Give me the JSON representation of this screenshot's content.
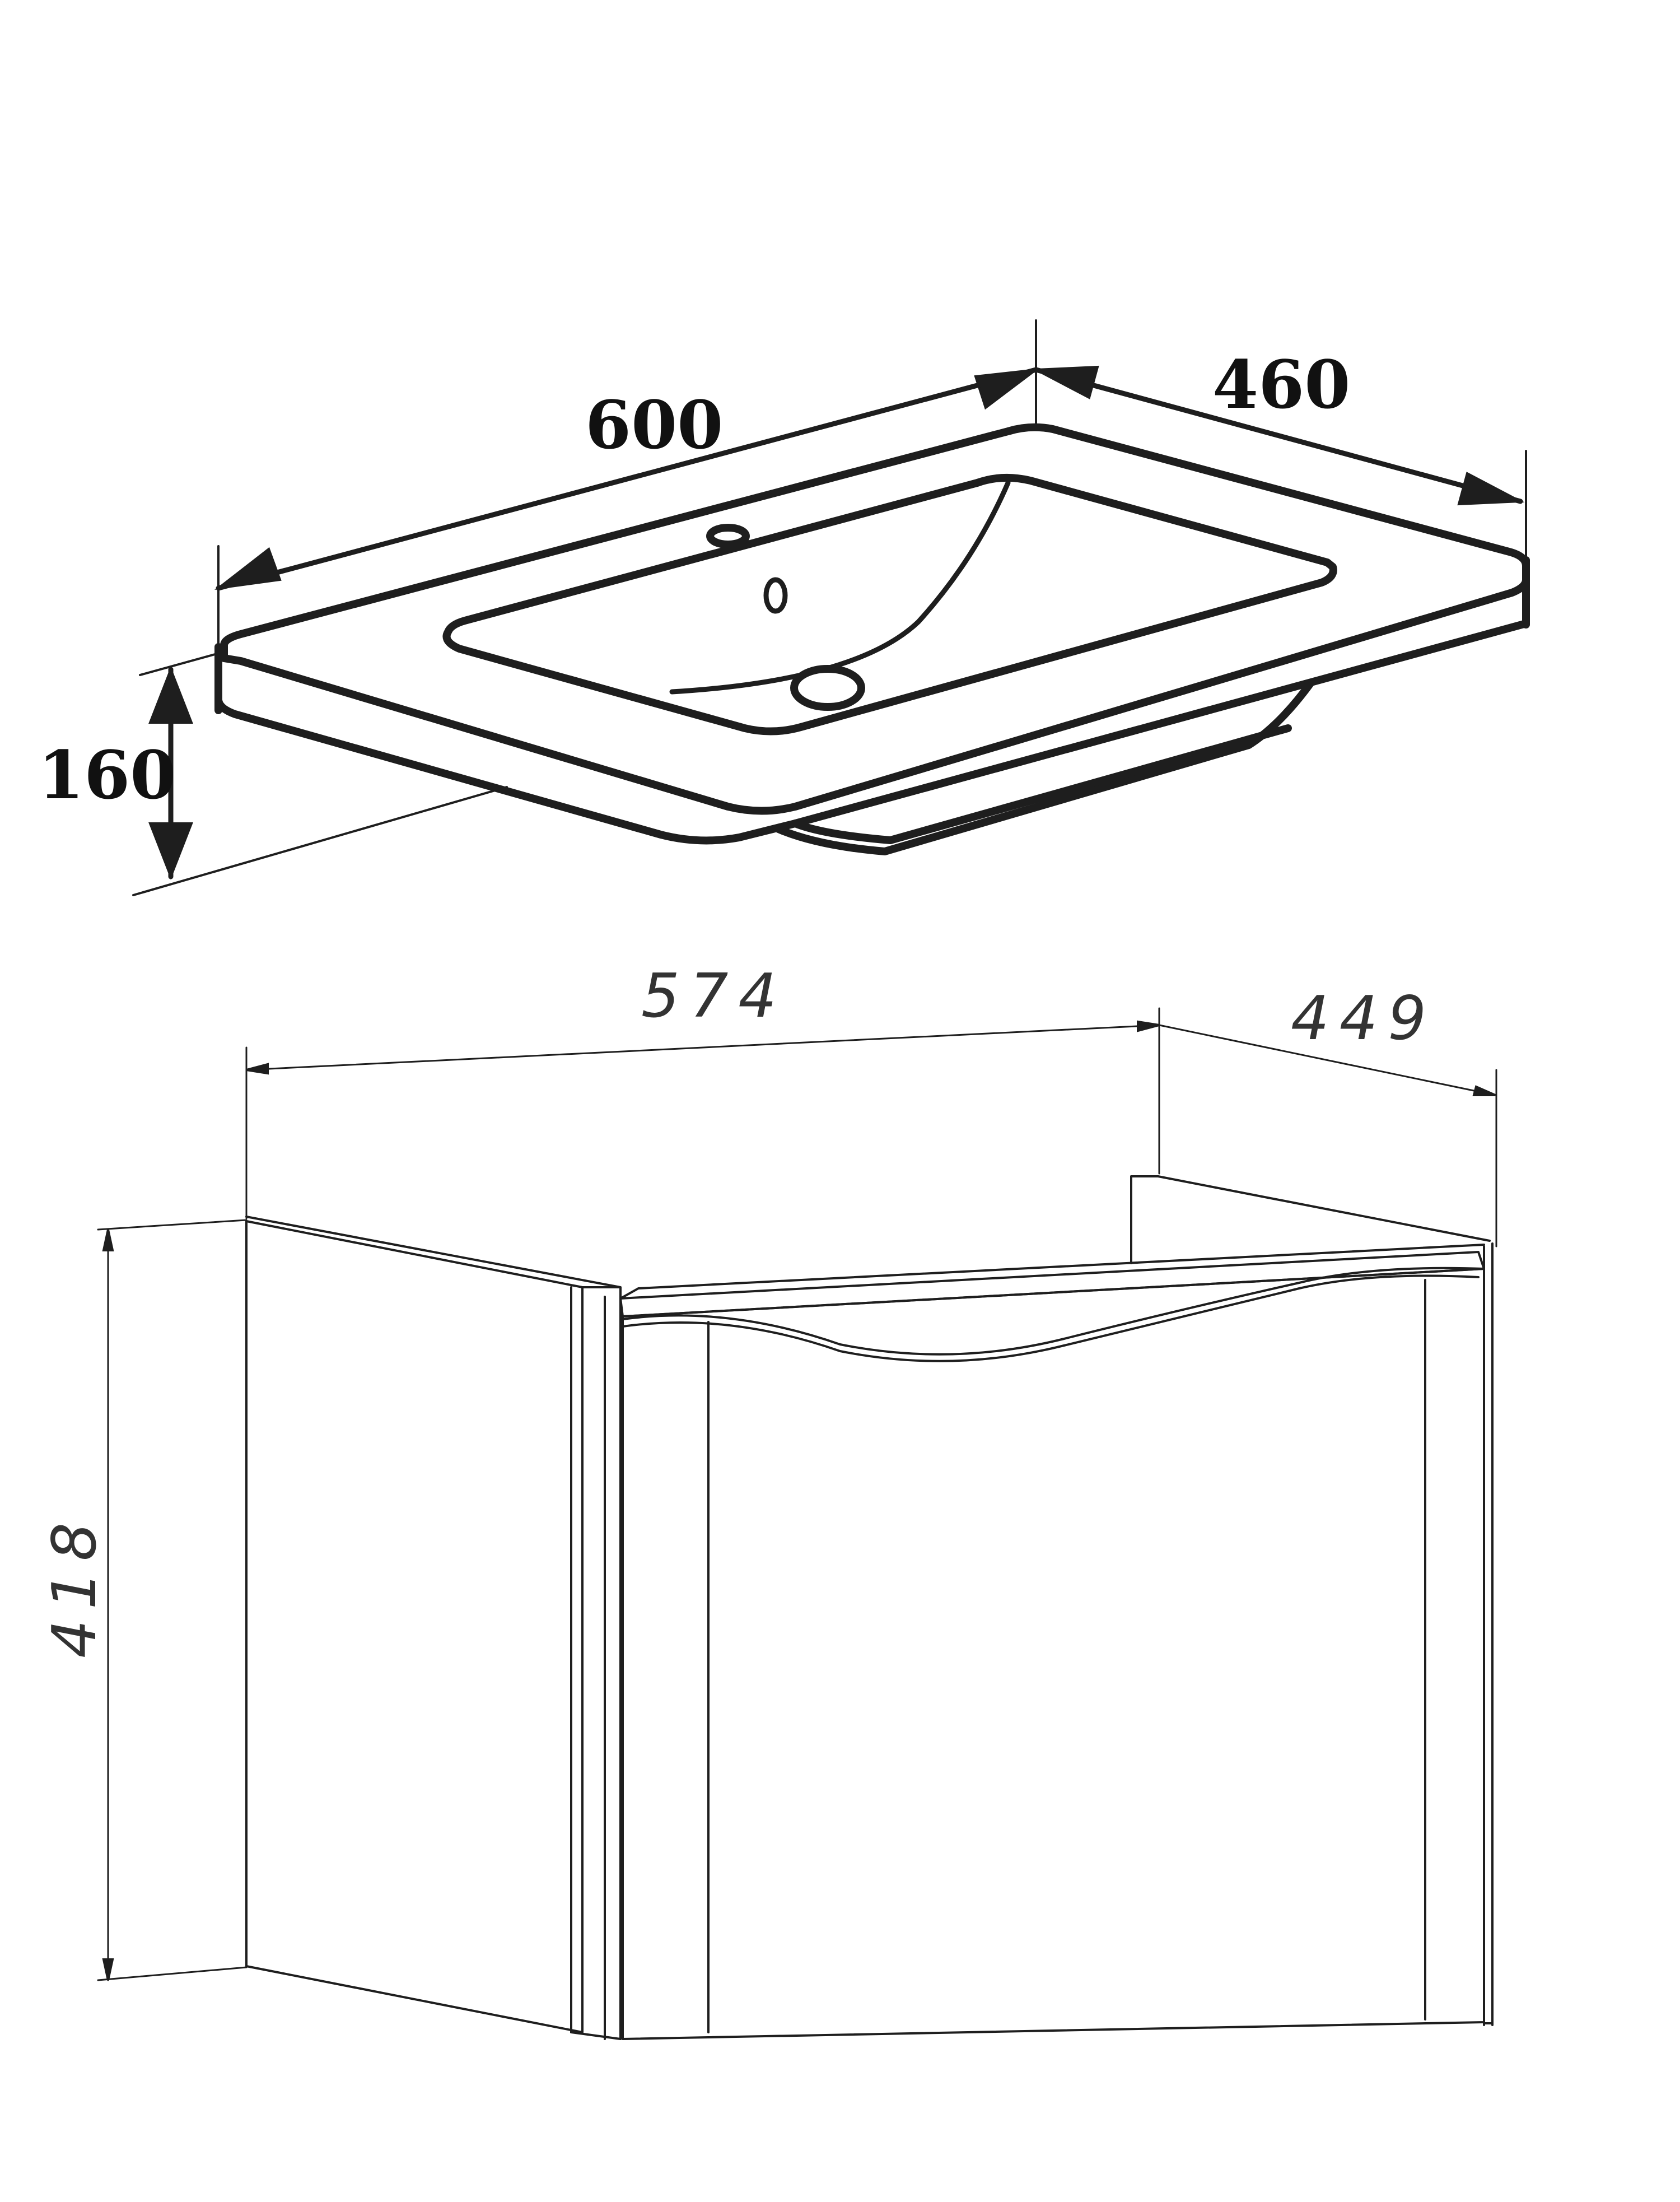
{
  "sink_dimensions": {
    "width": "600",
    "depth": "460",
    "height": "160"
  },
  "cabinet_dimensions": {
    "width": "574",
    "depth": "449",
    "height": "418"
  },
  "colors": {
    "ink": "#1e1e1e",
    "background": "#ffffff"
  }
}
